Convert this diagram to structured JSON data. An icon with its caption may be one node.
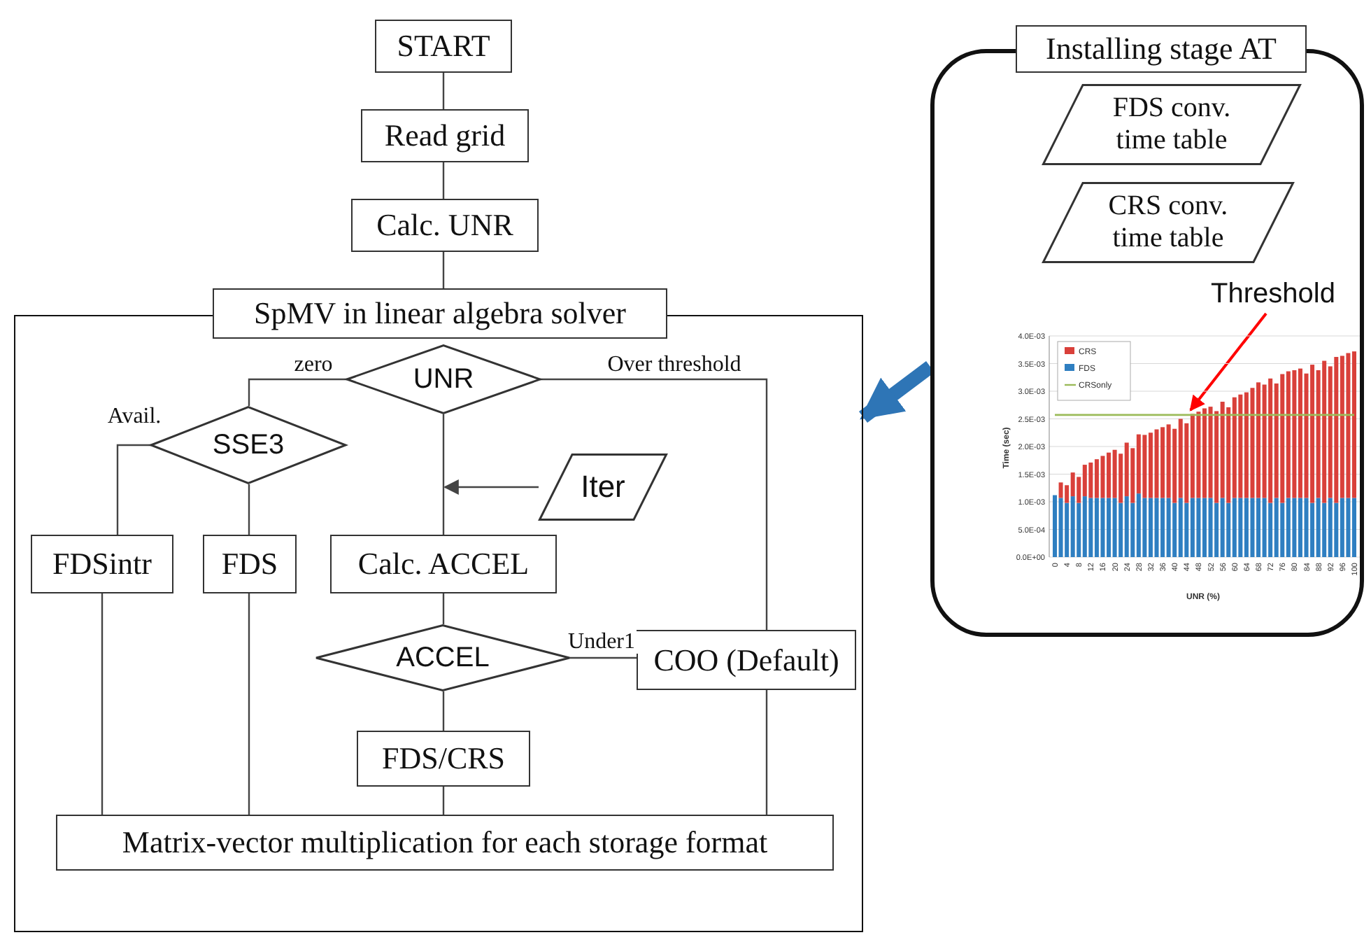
{
  "diagram": {
    "nodes": [
      {
        "text": [
          "START"
        ]
      },
      {
        "text": [
          "Read grid"
        ]
      },
      {
        "text": [
          "Calc. UNR"
        ]
      },
      {
        "text": [
          "SpMV in linear algebra solver"
        ]
      },
      {
        "text": [
          "UNR"
        ],
        "in": 3
      },
      {
        "text": [
          "SSE3"
        ],
        "in": 3
      },
      {
        "text": [
          "Iter"
        ],
        "in": 3
      },
      {
        "text": [
          "FDSintr"
        ],
        "in": 3
      },
      {
        "text": [
          "FDS"
        ],
        "in": 3
      },
      {
        "text": [
          "Calc. ACCEL"
        ],
        "in": 3
      },
      {
        "text": [
          "ACCEL"
        ],
        "in": 3
      },
      {
        "text": [
          "COO (Default)"
        ],
        "in": 3
      },
      {
        "text": [
          "FDS/CRS"
        ],
        "in": 3
      },
      {
        "text": [
          "Matrix-vector multiplication for each storage format"
        ],
        "in": 3
      },
      {
        "text": [
          "Installing stage AT"
        ]
      },
      {
        "text": [
          "FDS conv. time table"
        ],
        "in": 14
      },
      {
        "text": [
          "CRS conv. time table"
        ],
        "in": 14
      },
      {
        "text": [
          "Threshold"
        ],
        "in": 14
      }
    ],
    "edges": [
      {
        "from": 0,
        "to": 1,
        "arrow": "none"
      },
      {
        "from": 1,
        "to": 2,
        "arrow": "none"
      },
      {
        "from": 2,
        "to": 3,
        "arrow": "none"
      },
      {
        "from": 4,
        "to": 5,
        "arrow": "none",
        "label": "zero"
      },
      {
        "from": 4,
        "to": 9,
        "arrow": "none"
      },
      {
        "from": 4,
        "to": 11,
        "arrow": "none",
        "label": "Over threshold"
      },
      {
        "from": 5,
        "to": 7,
        "arrow": "none",
        "label": "Avail."
      },
      {
        "from": 5,
        "to": 8,
        "arrow": "none"
      },
      {
        "from": 6,
        "to": null,
        "arrow": "to"
      },
      {
        "from": 9,
        "to": 10,
        "arrow": "none"
      },
      {
        "from": 10,
        "to": 11,
        "arrow": "none",
        "label": "Under1"
      },
      {
        "from": 10,
        "to": 12,
        "arrow": "none"
      },
      {
        "from": 7,
        "to": 13,
        "arrow": "none"
      },
      {
        "from": 8,
        "to": 13,
        "arrow": "none"
      },
      {
        "from": 12,
        "to": 13,
        "arrow": "none"
      },
      {
        "from": 11,
        "to": 13,
        "arrow": "none"
      },
      {
        "from": 14,
        "to": 3,
        "arrow": "to",
        "style": "thick",
        "color": "#2e75b6"
      },
      {
        "from": 17,
        "to": null,
        "arrow": "to",
        "color": "#ff0000"
      }
    ],
    "chart_data": {
      "type": "bar",
      "stacked": true,
      "xlabel": "UNR (%)",
      "ylabel": "Time (sec)",
      "x": [
        0,
        2,
        4,
        6,
        8,
        10,
        12,
        14,
        16,
        18,
        20,
        22,
        24,
        26,
        28,
        30,
        32,
        34,
        36,
        38,
        40,
        42,
        44,
        46,
        48,
        50,
        52,
        54,
        56,
        58,
        60,
        62,
        64,
        66,
        68,
        70,
        72,
        74,
        76,
        78,
        80,
        82,
        84,
        86,
        88,
        90,
        92,
        94,
        96,
        98,
        100
      ],
      "xticks": [
        0,
        4,
        8,
        12,
        16,
        20,
        24,
        28,
        32,
        36,
        40,
        44,
        48,
        52,
        56,
        60,
        64,
        68,
        72,
        76,
        80,
        84,
        88,
        92,
        96,
        100
      ],
      "xlim": [
        0,
        100
      ],
      "ylim": [
        0,
        0.004
      ],
      "grid": true,
      "legend": true,
      "yticks": [
        {
          "value": 0,
          "label": "0.0E+00"
        },
        {
          "value": 0.0005,
          "label": "5.0E-04"
        },
        {
          "value": 0.001,
          "label": "1.0E-03"
        },
        {
          "value": 0.0015,
          "label": "1.5E-03"
        },
        {
          "value": 0.002,
          "label": "2.0E-03"
        },
        {
          "value": 0.0025,
          "label": "2.5E-03"
        },
        {
          "value": 0.003,
          "label": "3.0E-03"
        },
        {
          "value": 0.0035,
          "label": "3.5E-03"
        },
        {
          "value": 0.004,
          "label": "4.0E-03"
        }
      ],
      "series": [
        {
          "name": "FDS",
          "color": "#2f7fc1",
          "values": [
            0.00112,
            0.00107,
            0.00098,
            0.0011,
            0.00098,
            0.0011,
            0.00107,
            0.00107,
            0.00107,
            0.00107,
            0.00107,
            0.00098,
            0.0011,
            0.00098,
            0.00115,
            0.00107,
            0.00107,
            0.00107,
            0.00107,
            0.00107,
            0.00098,
            0.00107,
            0.00098,
            0.00107,
            0.00107,
            0.00107,
            0.00107,
            0.00098,
            0.00107,
            0.00098,
            0.00107,
            0.00107,
            0.00107,
            0.00107,
            0.00107,
            0.00107,
            0.00098,
            0.00107,
            0.00098,
            0.00107,
            0.00107,
            0.00107,
            0.00107,
            0.00098,
            0.00107,
            0.00098,
            0.00107,
            0.00098,
            0.00107,
            0.00107,
            0.00107
          ]
        },
        {
          "name": "CRS",
          "color": "#d9403a",
          "values": [
            0,
            0.00028,
            0.00032,
            0.00043,
            0.00047,
            0.00057,
            0.00064,
            0.0007,
            0.00076,
            0.00082,
            0.00087,
            0.00089,
            0.00097,
            0.00099,
            0.00107,
            0.00114,
            0.00118,
            0.00124,
            0.00128,
            0.00133,
            0.00134,
            0.00143,
            0.00144,
            0.00152,
            0.00156,
            0.00162,
            0.00165,
            0.00166,
            0.00174,
            0.00173,
            0.00182,
            0.00187,
            0.00191,
            0.00199,
            0.00209,
            0.00205,
            0.00225,
            0.00207,
            0.00233,
            0.00229,
            0.00231,
            0.00234,
            0.00225,
            0.0025,
            0.00231,
            0.00257,
            0.00238,
            0.00264,
            0.00257,
            0.00262,
            0.00265
          ]
        },
        {
          "name": "CRSonly",
          "color": "#9bbb59",
          "type": "line",
          "values": [
            0.00257,
            0.00257,
            0.00257,
            0.00257,
            0.00257,
            0.00257,
            0.00257,
            0.00257,
            0.00257,
            0.00257,
            0.00257,
            0.00257,
            0.00257,
            0.00257,
            0.00257,
            0.00257,
            0.00257,
            0.00257,
            0.00257,
            0.00257,
            0.00257,
            0.00257,
            0.00257,
            0.00257,
            0.00257,
            0.00257,
            0.00257,
            0.00257,
            0.00257,
            0.00257,
            0.00257,
            0.00257,
            0.00257,
            0.00257,
            0.00257,
            0.00257,
            0.00257,
            0.00257,
            0.00257,
            0.00257,
            0.00257,
            0.00257,
            0.00257,
            0.00257,
            0.00257,
            0.00257,
            0.00257,
            0.00257,
            0.00257,
            0.00257,
            0.00257
          ]
        }
      ]
    }
  }
}
